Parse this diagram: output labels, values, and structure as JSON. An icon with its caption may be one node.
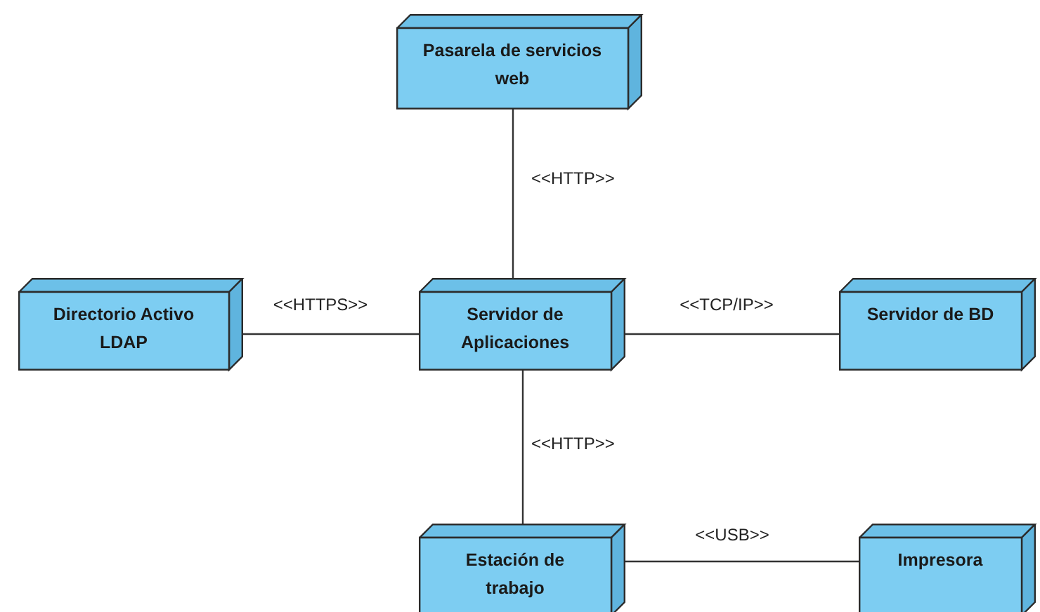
{
  "diagram": {
    "nodes": [
      {
        "text": [
          "Pasarela de servicios web"
        ]
      },
      {
        "text": [
          "Directorio Activo LDAP"
        ]
      },
      {
        "text": [
          "Servidor de Aplicaciones"
        ]
      },
      {
        "text": [
          "Servidor de BD"
        ]
      },
      {
        "text": [
          "Estación de trabajo"
        ]
      },
      {
        "text": [
          "Impresora"
        ]
      }
    ],
    "edges": [
      {
        "from": 0,
        "to": 2,
        "arrow": "none",
        "label": "<<HTTP>>"
      },
      {
        "from": 1,
        "to": 2,
        "arrow": "none",
        "label": "<<HTTPS>>"
      },
      {
        "from": 2,
        "to": 3,
        "arrow": "none",
        "label": "<<TCP/IP>>"
      },
      {
        "from": 2,
        "to": 4,
        "arrow": "none",
        "label": "<<HTTP>>"
      },
      {
        "from": 4,
        "to": 5,
        "arrow": "none",
        "label": "<<USB>>"
      }
    ]
  }
}
